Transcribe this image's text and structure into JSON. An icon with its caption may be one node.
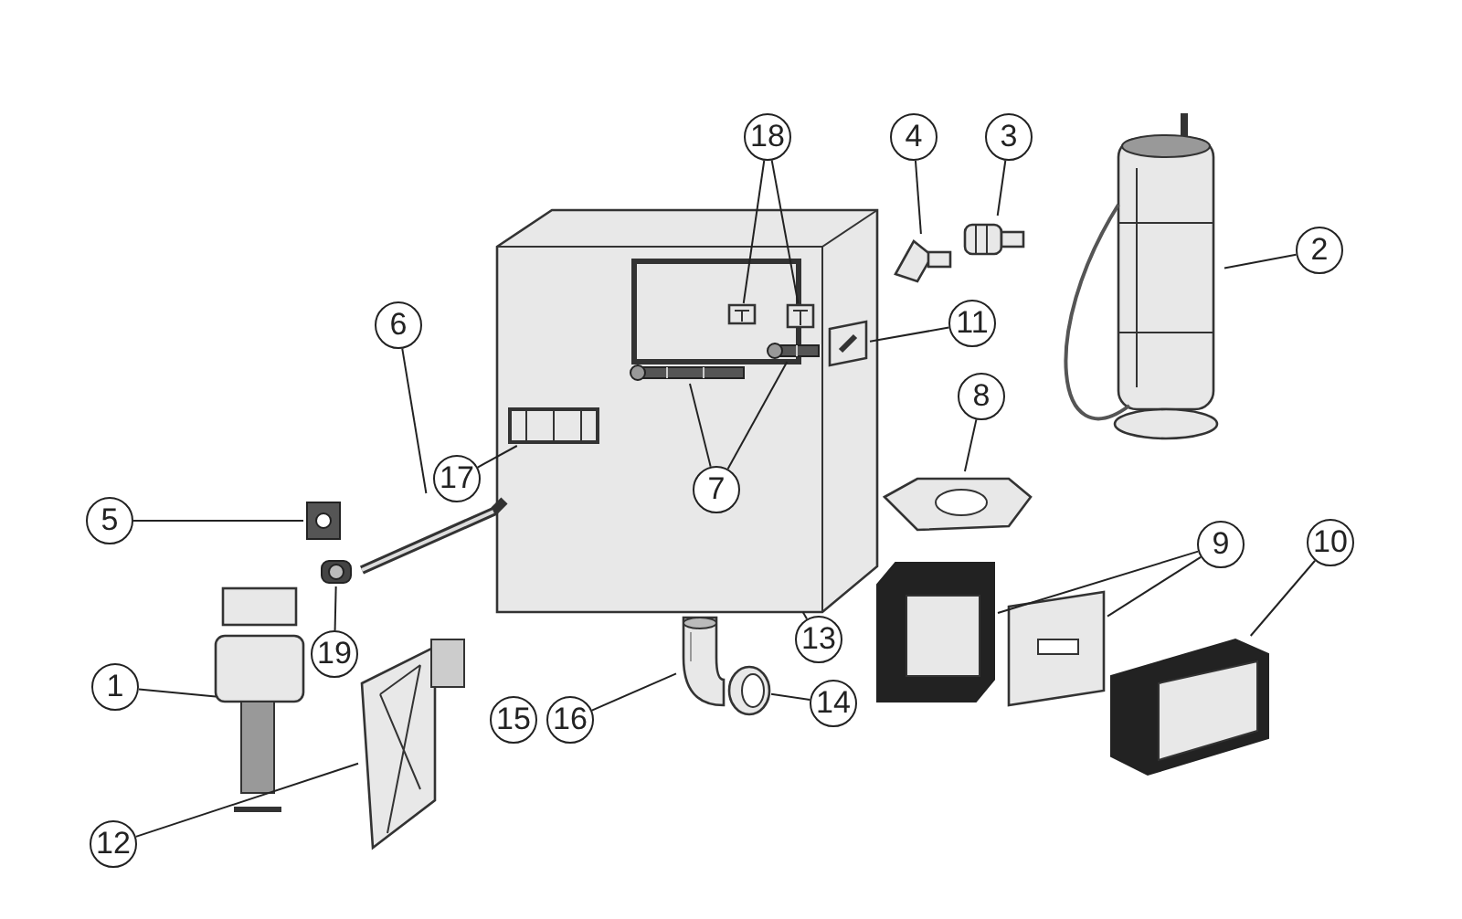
{
  "diagram": {
    "nodes": [
      {
        "text": [
          "18"
        ]
      },
      {
        "text": [
          "4"
        ]
      },
      {
        "text": [
          "3"
        ]
      },
      {
        "text": [
          "2"
        ]
      },
      {
        "text": [
          "6"
        ]
      },
      {
        "text": [
          "11"
        ]
      },
      {
        "text": [
          "17"
        ]
      },
      {
        "text": [
          "7"
        ],
        "in": 19
      },
      {
        "text": [
          "8"
        ]
      },
      {
        "text": [
          "5"
        ]
      },
      {
        "text": [
          "9"
        ]
      },
      {
        "text": [
          "10"
        ]
      },
      {
        "text": [
          "19"
        ]
      },
      {
        "text": [
          "13"
        ]
      },
      {
        "text": [
          "1"
        ]
      },
      {
        "text": [
          "14"
        ]
      },
      {
        "text": [
          "15"
        ]
      },
      {
        "text": [
          "16"
        ]
      },
      {
        "text": [
          "12"
        ]
      },
      {
        "text": [],
        "shape": "picture"
      },
      {
        "text": [],
        "shape": "picture",
        "in": 19
      },
      {
        "text": [],
        "shape": "picture",
        "in": 19
      },
      {
        "text": [],
        "shape": "picture",
        "in": 19
      },
      {
        "text": [],
        "shape": "picture",
        "in": 19
      },
      {
        "text": [],
        "shape": "picture"
      },
      {
        "text": [],
        "shape": "picture"
      },
      {
        "text": [],
        "shape": "picture"
      },
      {
        "text": [],
        "shape": "picture"
      },
      {
        "text": [],
        "shape": "picture"
      },
      {
        "text": [],
        "shape": "picture"
      },
      {
        "text": [],
        "shape": "picture"
      },
      {
        "text": [],
        "shape": "picture",
        "in": 19
      },
      {
        "text": [],
        "shape": "picture",
        "in": 19
      },
      {
        "text": [],
        "shape": "picture"
      },
      {
        "text": [],
        "shape": "picture"
      },
      {
        "text": [],
        "shape": "picture"
      },
      {
        "text": [],
        "shape": "picture"
      },
      {
        "text": [],
        "shape": "picture"
      },
      {
        "text": [],
        "shape": "picture"
      },
      {
        "text": [],
        "shape": "picture"
      }
    ],
    "edges": [
      {
        "from": 0,
        "to": 22,
        "arrow": "none"
      },
      {
        "from": 0,
        "to": 23,
        "arrow": "none"
      },
      {
        "from": 1,
        "to": 26,
        "arrow": "none"
      },
      {
        "from": 2,
        "to": 25,
        "arrow": "none"
      },
      {
        "from": 3,
        "to": 24,
        "arrow": "none"
      },
      {
        "from": 4,
        "to": 28,
        "arrow": "none"
      },
      {
        "from": 5,
        "to": 31,
        "arrow": "none"
      },
      {
        "from": 6,
        "to": 32,
        "arrow": "none"
      },
      {
        "from": 7,
        "to": 20,
        "arrow": "none"
      },
      {
        "from": 7,
        "to": 21,
        "arrow": "none"
      },
      {
        "from": 8,
        "to": 33,
        "arrow": "none"
      },
      {
        "from": 9,
        "to": 27,
        "arrow": "none"
      },
      {
        "from": 10,
        "to": 34,
        "arrow": "none"
      },
      {
        "from": 10,
        "to": 35,
        "arrow": "none"
      },
      {
        "from": 11,
        "to": 36,
        "arrow": "none"
      },
      {
        "from": 12,
        "to": 30,
        "arrow": "none"
      },
      {
        "from": 13,
        "to": 19,
        "arrow": "none"
      },
      {
        "from": 14,
        "to": 29,
        "arrow": "none"
      },
      {
        "from": 15,
        "to": 37,
        "arrow": "none"
      },
      {
        "from": 17,
        "to": 38,
        "arrow": "none"
      },
      {
        "from": 18,
        "to": 39,
        "arrow": "none"
      }
    ]
  }
}
